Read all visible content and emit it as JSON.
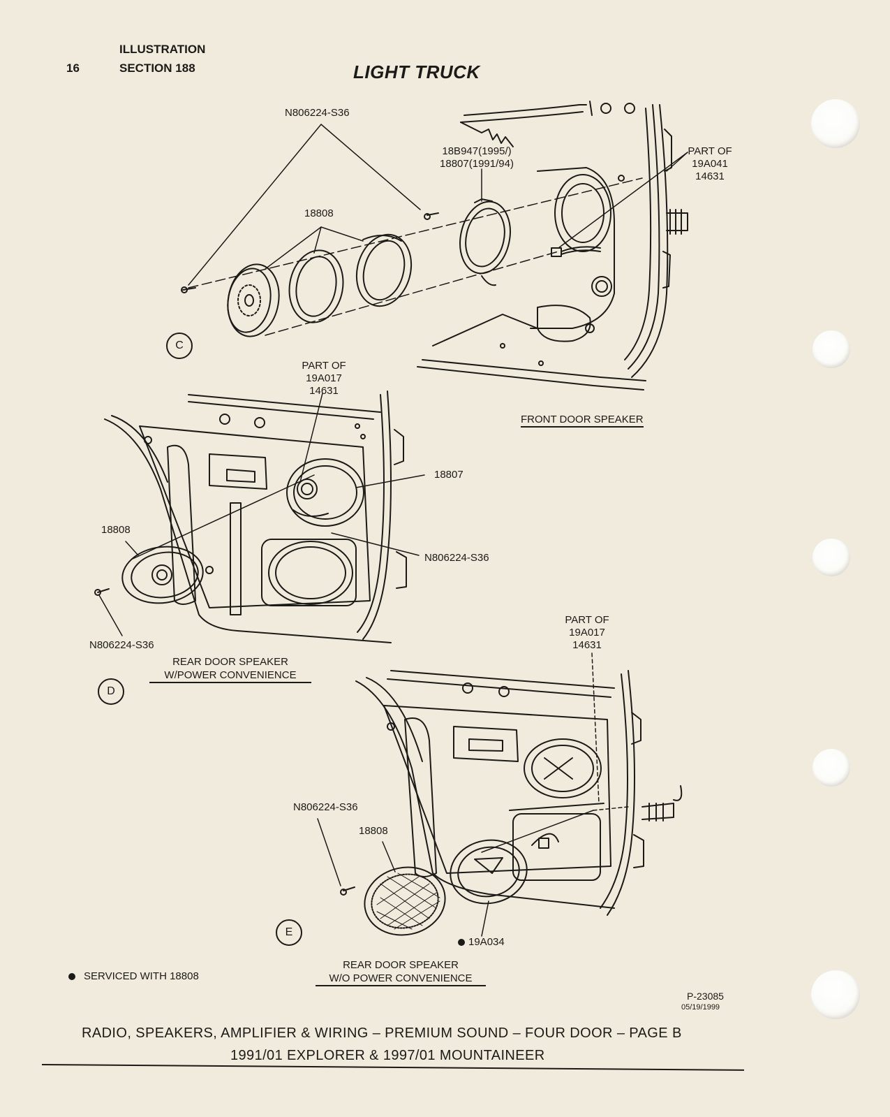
{
  "header": {
    "page_number": "16",
    "illustration": "ILLUSTRATION",
    "section": "SECTION 188",
    "title": "LIGHT TRUCK"
  },
  "view_c": {
    "callout_screw": "N806224-S36",
    "callout_bracket_line1": "18B947(1995/)",
    "callout_bracket_line2": "18807(1991/94)",
    "callout_partof_line1": "PART OF",
    "callout_partof_line2": "19A041",
    "callout_partof_line3": "14631",
    "callout_speaker": "18808",
    "caption": "FRONT DOOR SPEAKER",
    "letter": "C"
  },
  "view_d": {
    "callout_partof_line1": "PART OF",
    "callout_partof_line2": "19A017",
    "callout_partof_line3": "14631",
    "callout_bracket": "18807",
    "callout_speaker": "18808",
    "callout_screw_right": "N806224-S36",
    "callout_screw_left": "N806224-S36",
    "caption_line1": "REAR DOOR SPEAKER",
    "caption_line2": "W/POWER CONVENIENCE",
    "letter": "D"
  },
  "view_e": {
    "callout_partof_line1": "PART OF",
    "callout_partof_line2": "19A017",
    "callout_partof_line3": "14631",
    "callout_screw": "N806224-S36",
    "callout_speaker": "18808",
    "callout_bracket": "19A034",
    "caption_line1": "REAR DOOR SPEAKER",
    "caption_line2": "W/O POWER CONVENIENCE",
    "letter": "E"
  },
  "legend": {
    "bullet_note": "SERVICED WITH 18808"
  },
  "footer": {
    "part_number": "P-23085",
    "date": "05/19/1999",
    "line1": "RADIO, SPEAKERS, AMPLIFIER & WIRING – PREMIUM SOUND – FOUR DOOR – PAGE B",
    "line2": "1991/01 EXPLORER & 1997/01 MOUNTAINEER"
  }
}
